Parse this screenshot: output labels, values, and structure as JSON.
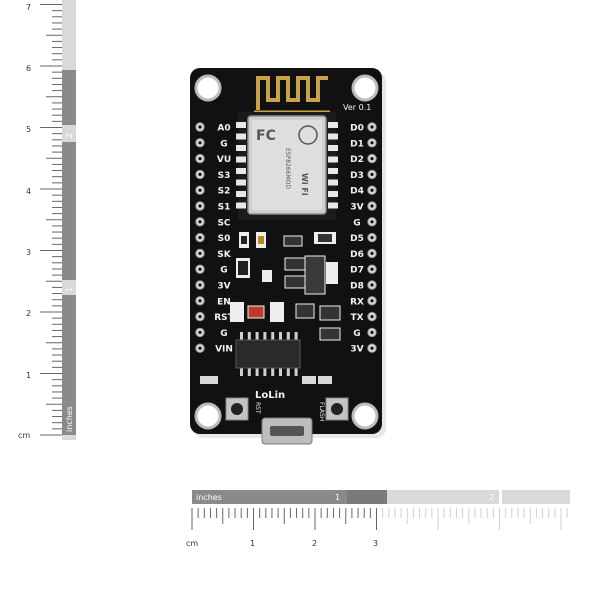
{
  "vertical_ruler": {
    "cm_labels": [
      "cm",
      "1",
      "2",
      "3",
      "4",
      "5",
      "6",
      "7"
    ],
    "inch_labels": [
      "inches",
      "1",
      "2"
    ]
  },
  "horizontal_ruler": {
    "inch_labels": [
      "inches",
      "1",
      "2"
    ],
    "cm_labels": [
      "cm",
      "1",
      "2",
      "3"
    ]
  },
  "board": {
    "version": "Ver 0.1",
    "brand": "LoLin",
    "left_pins": [
      "A0",
      "G",
      "VU",
      "S3",
      "S2",
      "S1",
      "SC",
      "S0",
      "SK",
      "G",
      "3V",
      "EN",
      "RST",
      "G",
      "VIN"
    ],
    "right_pins": [
      "D0",
      "D1",
      "D2",
      "D3",
      "D4",
      "3V",
      "G",
      "D5",
      "D6",
      "D7",
      "D8",
      "RX",
      "TX",
      "G",
      "3V"
    ],
    "rst_label": "RST",
    "flash_label": "FLASH",
    "module_logo": "FC",
    "module_wifi": "Wi Fi",
    "module_text": "ESP8266MOD"
  },
  "colors": {
    "board": "#111111",
    "silkscreen": "#f2f2f2",
    "antenna": "#c9a24a",
    "shield": "#cfcfcf",
    "ruler_dark": "#7a7a7a",
    "ruler_light": "#d9d9d9"
  }
}
